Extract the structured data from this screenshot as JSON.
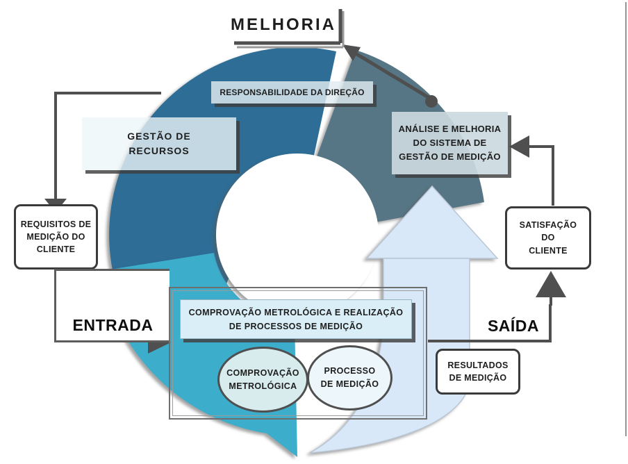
{
  "title": {
    "text": "MELHORIA"
  },
  "cycle": {
    "management_responsibility": "RESPONSABILIDADE DA DIREÇÃO",
    "resource_management": "GESTÃO DE\nRECURSOS",
    "analysis_improvement": "ANÁLISE E MELHORIA\nDO SISTEMA DE\nGESTÃO DE MEDIÇÃO"
  },
  "left_flow": {
    "customer_requirements": "REQUISITOS DE\nMEDIÇÃO DO\nCLIENTE",
    "input_label": "ENTRADA"
  },
  "right_flow": {
    "customer_satisfaction": "SATISFAÇÃO\nDO\nCLIENTE",
    "output_label": "SAÍDA",
    "measurement_results": "RESULTADOS\nDE MEDIÇÃO"
  },
  "process_box": {
    "header": "COMPROVAÇÃO METROLÓGICA E REALIZAÇÃO\nDE PROCESSOS DE MEDIÇÃO",
    "ellipse_confirmation": "COMPROVAÇÃO\nMETROLÓGICA",
    "ellipse_process": "PROCESSO\nDE MEDIÇÃO"
  },
  "colors": {
    "dark_blue": "#2d6d96",
    "slate_blue": "#567685",
    "teal": "#3dadcc",
    "light_blue": "#d9e8f8",
    "line_gray": "#4f4f4f",
    "bevel_gray": "#9a9a9a",
    "white": "#ffffff"
  }
}
